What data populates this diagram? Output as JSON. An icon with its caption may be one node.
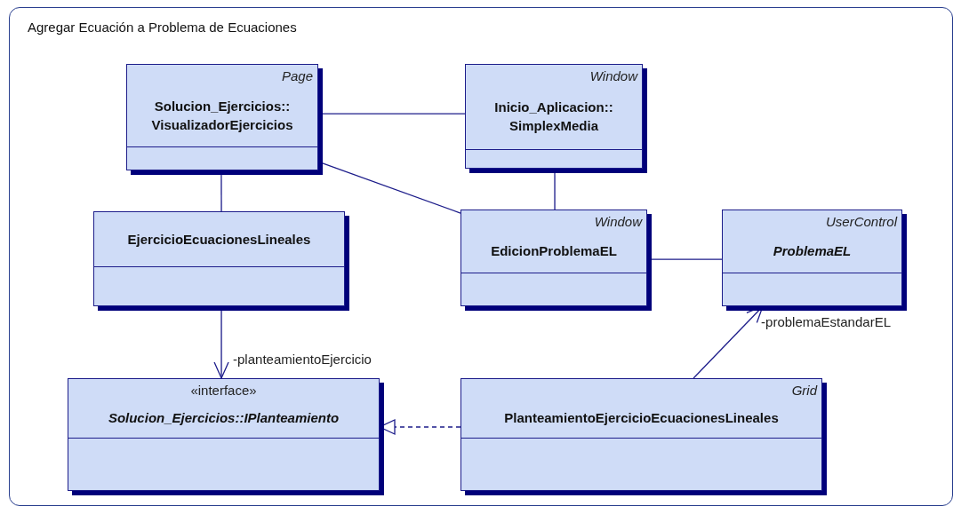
{
  "diagram": {
    "nodes": [
      {
        "text": [
          "Agregar Ecuación a Problema de Ecuaciones"
        ]
      },
      {
        "text": [
          "Page",
          "Solucion_Ejercicios:: VisualizadorEjercicios"
        ],
        "in": 0
      },
      {
        "text": [
          "Window",
          "Inicio_Aplicacion:: SimplexMedia"
        ],
        "in": 0
      },
      {
        "text": [
          "EjercicioEcuacionesLineales"
        ],
        "in": 0
      },
      {
        "text": [
          "Window",
          "EdicionProblemaEL"
        ],
        "in": 0
      },
      {
        "text": [
          "UserControl",
          "ProblemaEL"
        ],
        "in": 0
      },
      {
        "text": [
          "«interface»",
          "Solucion_Ejercicios::IPlanteamiento"
        ],
        "in": 0
      },
      {
        "text": [
          "Grid",
          "PlanteamientoEjercicioEcuacionesLineales"
        ],
        "in": 0
      }
    ],
    "edges": [
      {
        "from": 1,
        "to": 2,
        "arrow": "none"
      },
      {
        "from": 1,
        "to": 4,
        "arrow": "none"
      },
      {
        "from": 1,
        "to": 3,
        "arrow": "none"
      },
      {
        "from": 2,
        "to": 4,
        "arrow": "none"
      },
      {
        "from": 4,
        "to": 5,
        "arrow": "none"
      },
      {
        "from": 3,
        "to": 6,
        "arrow": "to",
        "label": "-planteamientoEjercicio"
      },
      {
        "from": 7,
        "to": 5,
        "arrow": "to",
        "label": "-problemaEstandarEL"
      },
      {
        "from": 7,
        "to": 6,
        "arrow": "to",
        "style": "dashed"
      }
    ]
  }
}
